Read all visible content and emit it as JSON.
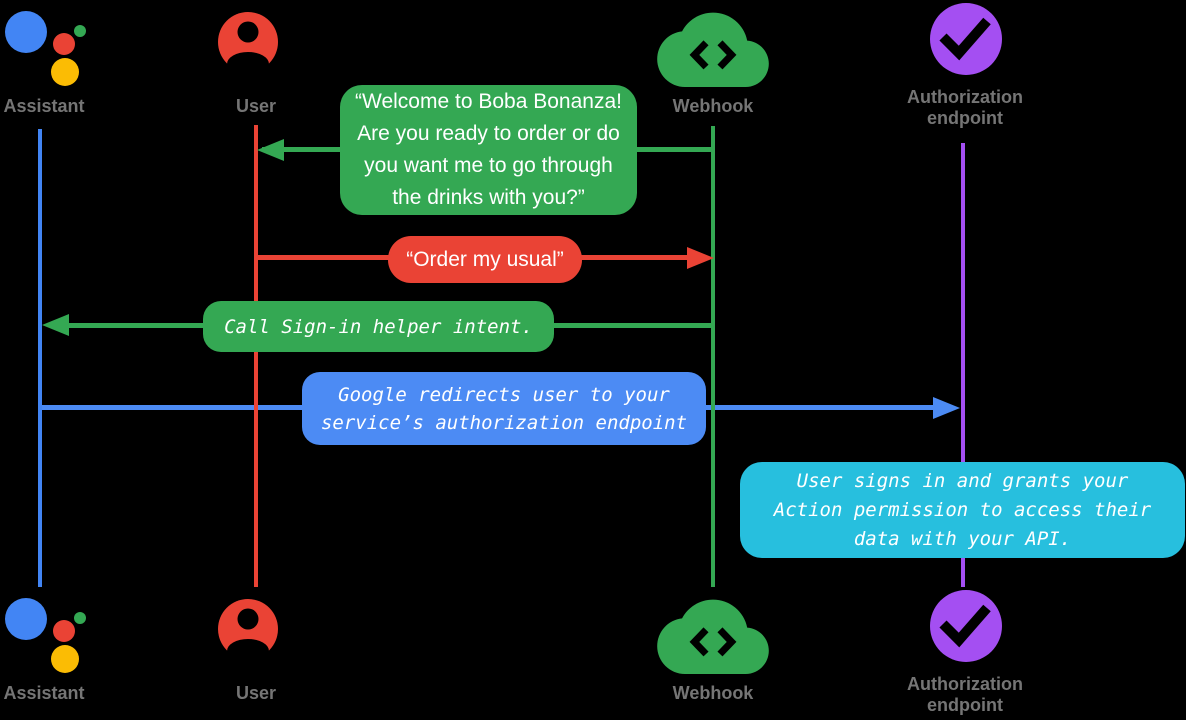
{
  "diagram": {
    "title_hint": "Account linking sign-in sequence diagram",
    "colors": {
      "background": "#000000",
      "assistant_blue": "#4285F4",
      "user_red": "#EA4335",
      "webhook_green": "#34A853",
      "auth_purple": "#A44FF2",
      "bubble_blue": "#4C8BF4",
      "note_cyan": "#27BFDE",
      "assistant_yellow": "#FBBC04",
      "label_gray": "#757575"
    },
    "actors": [
      {
        "id": "assistant",
        "label": "Assistant",
        "icon": "google-assistant-icon"
      },
      {
        "id": "user",
        "label": "User",
        "icon": "person-icon"
      },
      {
        "id": "webhook",
        "label": "Webhook",
        "icon": "code-cloud-icon"
      },
      {
        "id": "auth_endpoint",
        "label": "Authorization\nendpoint",
        "icon": "check-circle-icon"
      }
    ],
    "messages": [
      {
        "from": "webhook",
        "to": "user",
        "style": "speech",
        "color": "green",
        "text": "“Welcome to Boba Bonanza!\nAre you ready to order or do\nyou want me to go through\nthe drinks with you?”"
      },
      {
        "from": "user",
        "to": "webhook",
        "style": "speech",
        "color": "red",
        "text": "“Order my usual”"
      },
      {
        "from": "webhook",
        "to": "assistant",
        "style": "code",
        "color": "green",
        "text": "Call Sign-in helper intent."
      },
      {
        "from": "assistant",
        "to": "auth_endpoint",
        "style": "code",
        "color": "blue",
        "text": "Google redirects user to your\nservice’s authorization endpoint"
      },
      {
        "note_on": "auth_endpoint",
        "style": "code",
        "color": "cyan",
        "text": "User signs in and grants your\nAction permission to access their\ndata with your API."
      }
    ]
  }
}
